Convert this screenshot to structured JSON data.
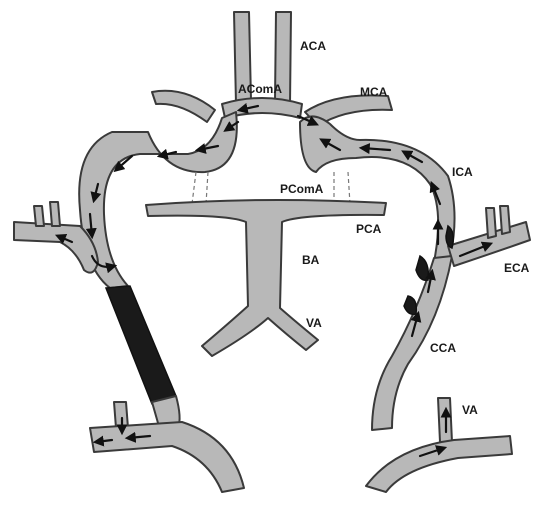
{
  "diagram": {
    "labels": {
      "aca": "ACA",
      "acoma": "AComA",
      "mca": "MCA",
      "ica": "ICA",
      "pcoma": "PComA",
      "pca": "PCA",
      "ba": "BA",
      "va_center": "VA",
      "eca": "ECA",
      "cca": "CCA",
      "va_right": "VA"
    },
    "colors": {
      "vessel_fill": "#b8b8b8",
      "vessel_outline": "#3a3a3a",
      "occlusion": "#1a1a1a",
      "flow_arrow": "#111111"
    }
  }
}
